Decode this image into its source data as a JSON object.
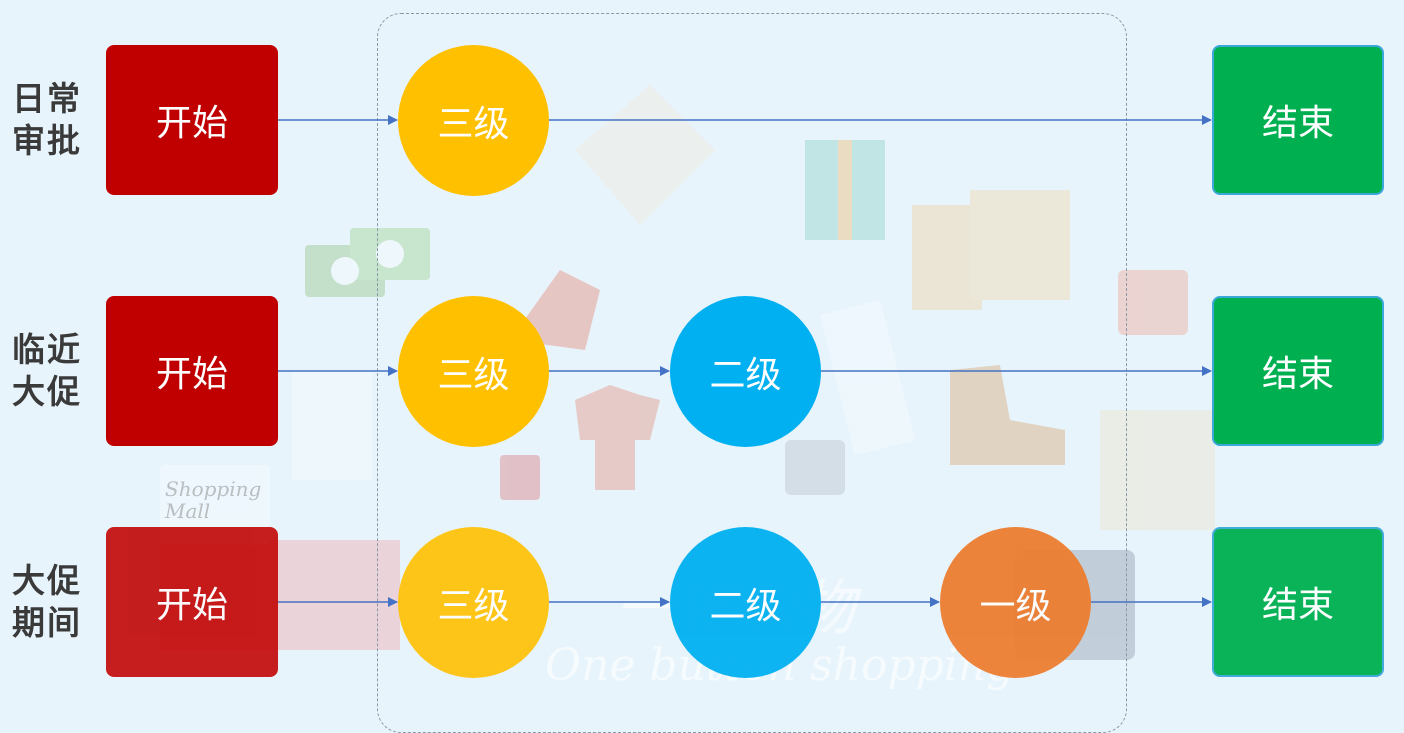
{
  "rows": [
    {
      "label_line1": "日常",
      "label_line2": "审批",
      "start": "开始",
      "levels": [
        "三级"
      ],
      "end": "结束"
    },
    {
      "label_line1": "临近",
      "label_line2": "大促",
      "start": "开始",
      "levels": [
        "三级",
        "二级"
      ],
      "end": "结束"
    },
    {
      "label_line1": "大促",
      "label_line2": "期间",
      "start": "开始",
      "levels": [
        "三级",
        "二级",
        "一级"
      ],
      "end": "结束"
    }
  ],
  "watermark": {
    "brand_cn": "一键购物",
    "brand_en": "One button shopping",
    "mall_sign": "Shopping Mall"
  },
  "colors": {
    "start": "#c00000",
    "level3": "#ffc000",
    "level2": "#00b0f0",
    "level1": "#ed7d31",
    "end": "#00b050",
    "arrow": "#4472c4",
    "background": "#e8f4fc"
  }
}
